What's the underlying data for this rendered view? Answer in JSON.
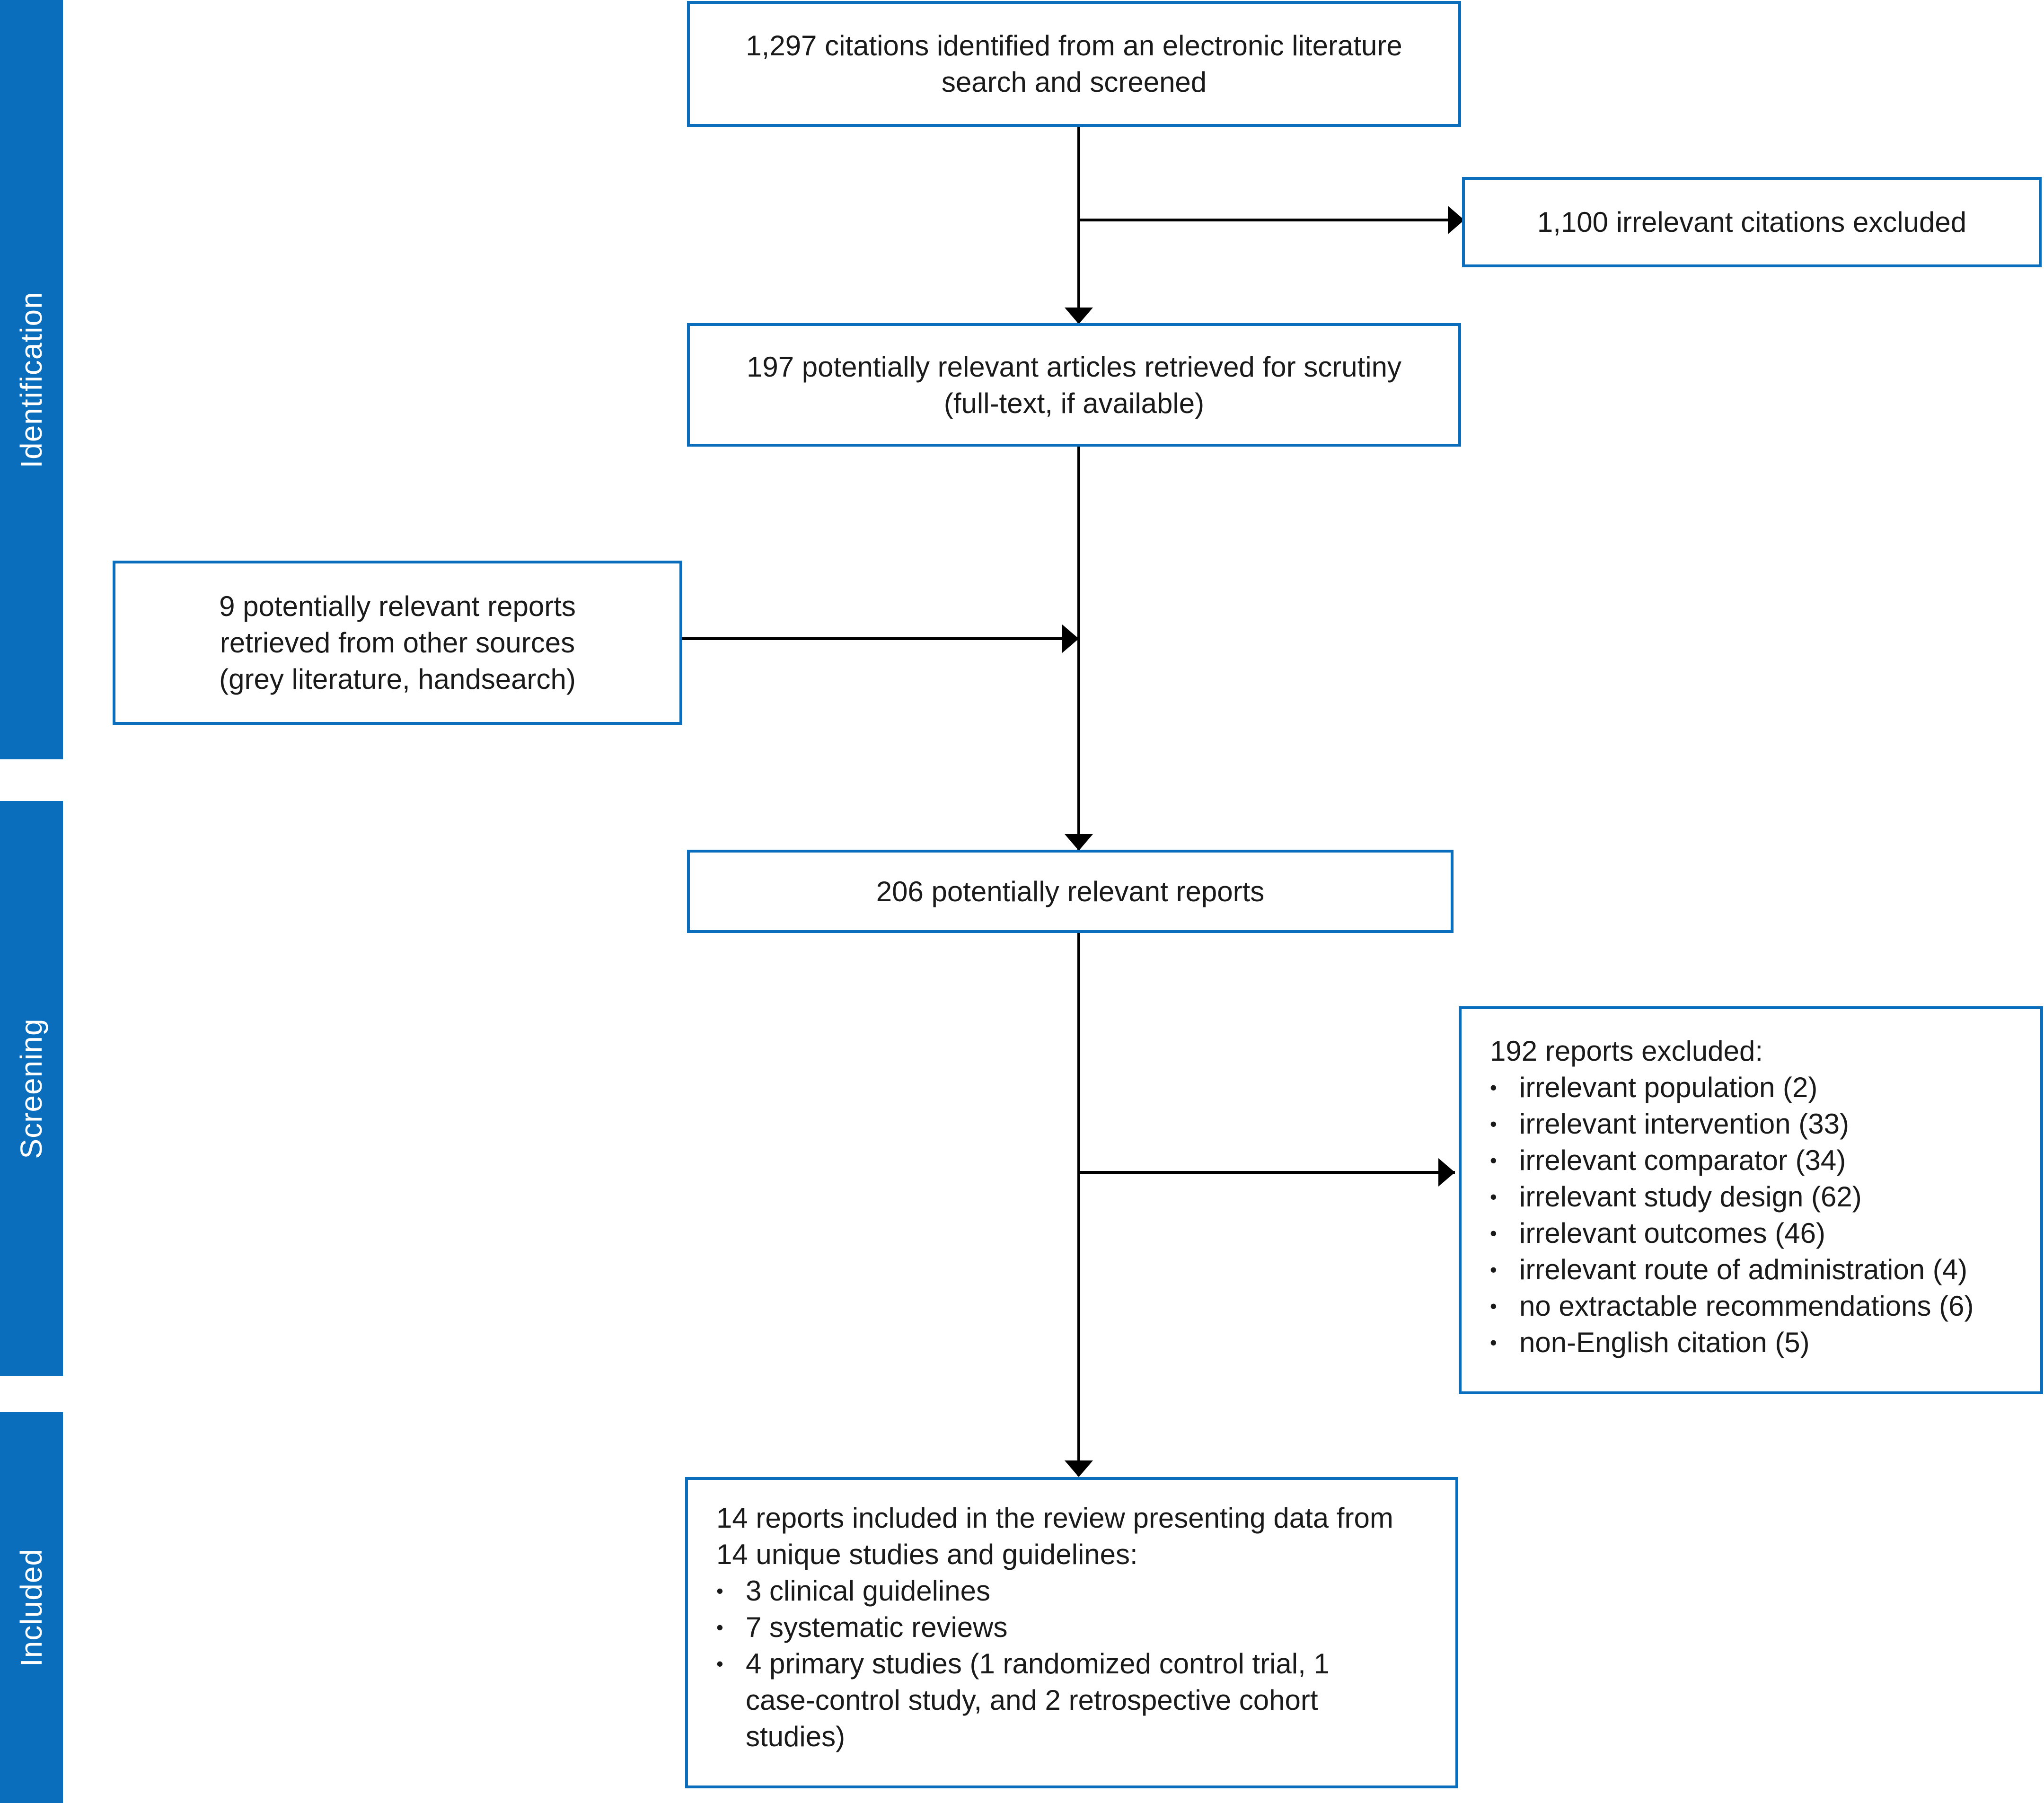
{
  "stages": {
    "identification": "Identification",
    "screening": "Screening",
    "included": "Included"
  },
  "boxes": {
    "citations_identified": {
      "lines": [
        "1,297 citations identified from an electronic literature",
        "search and screened"
      ]
    },
    "citations_excluded": {
      "lines": [
        "1,100 irrelevant citations excluded"
      ]
    },
    "articles_retrieved": {
      "lines": [
        "197 potentially relevant articles retrieved for scrutiny",
        "(full-text, if available)"
      ]
    },
    "other_sources": {
      "lines": [
        "9 potentially relevant reports",
        "retrieved from other sources",
        "(grey literature, handsearch)"
      ]
    },
    "relevant_reports": {
      "lines": [
        "206 potentially relevant reports"
      ]
    },
    "reports_excluded": {
      "heading": "192 reports excluded:",
      "items": [
        "irrelevant population (2)",
        "irrelevant intervention (33)",
        "irrelevant comparator (34)",
        "irrelevant study design (62)",
        "irrelevant outcomes (46)",
        "irrelevant route of administration (4)",
        "no extractable recommendations (6)",
        "non-English citation (5)"
      ]
    },
    "reports_included": {
      "heading_lines": [
        "14 reports included in the review presenting data from",
        "14 unique studies and guidelines:"
      ],
      "items": [
        [
          "3 clinical guidelines"
        ],
        [
          "7 systematic reviews"
        ],
        [
          "4 primary studies (1 randomized control trial, 1",
          "case-control study, and 2 retrospective cohort",
          "studies)"
        ]
      ]
    }
  },
  "colors": {
    "accent": "#0a6ebd",
    "arrow": "#000000"
  }
}
